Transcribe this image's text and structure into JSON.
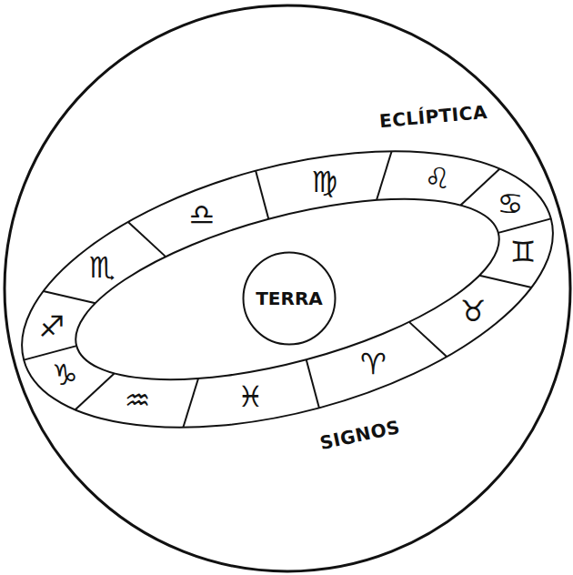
{
  "diagram": {
    "nodes": [
      {
        "text": [
          "TERRA"
        ]
      }
    ],
    "labels": [
      "ECLÍPTICA",
      "♋",
      "♌",
      "♍",
      "♊",
      "♎",
      "♏",
      "♉",
      "♐",
      "♈",
      "♓",
      "♑",
      "♒",
      "SIGNOS"
    ]
  }
}
